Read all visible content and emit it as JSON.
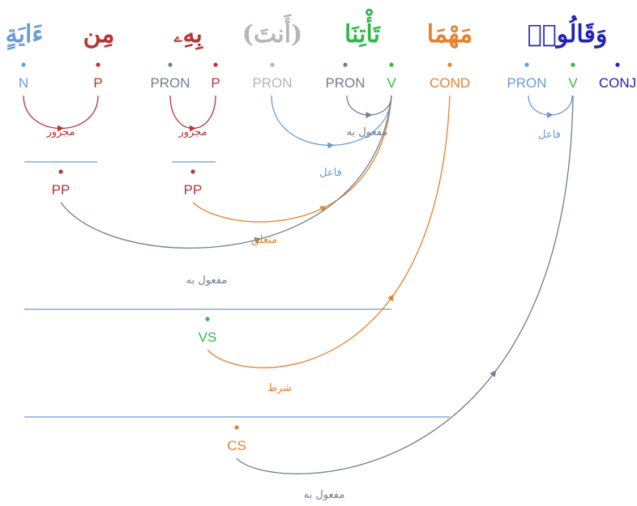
{
  "colors": {
    "green": "#33b84a",
    "orange": "#e6822f",
    "dark_blue": "#2323b5",
    "light_blue": "#6a9bd6",
    "slate": "#6f7e8f",
    "red": "#b93434",
    "silver": "#b6b6b6"
  },
  "words": [
    {
      "id": "w1",
      "text": "وَقَالُوا۟",
      "segments": [
        {
          "id": "s1",
          "tag": "CONJ",
          "color": "dark_blue"
        },
        {
          "id": "s2",
          "tag": "V",
          "color": "green"
        },
        {
          "id": "s3",
          "tag": "PRON",
          "color": "light_blue"
        }
      ]
    },
    {
      "id": "w2",
      "text": "مَهْمَا",
      "segments": [
        {
          "id": "s4",
          "tag": "COND",
          "color": "orange"
        }
      ]
    },
    {
      "id": "w3",
      "text": "تَأْتِنَا",
      "segments": [
        {
          "id": "s5",
          "tag": "V",
          "color": "green"
        },
        {
          "id": "s6",
          "tag": "PRON",
          "color": "slate"
        }
      ]
    },
    {
      "id": "w4",
      "text": "(أَنتَ)",
      "segments": [
        {
          "id": "s7",
          "tag": "PRON",
          "color": "silver"
        }
      ]
    },
    {
      "id": "w5",
      "text": "بِهِۦ",
      "segments": [
        {
          "id": "s8",
          "tag": "P",
          "color": "red"
        },
        {
          "id": "s9",
          "tag": "PRON",
          "color": "slate"
        }
      ]
    },
    {
      "id": "w6",
      "text": "مِن",
      "segments": [
        {
          "id": "s10",
          "tag": "P",
          "color": "red"
        }
      ]
    },
    {
      "id": "w7",
      "text": "ءَايَةٍ",
      "segments": [
        {
          "id": "s11",
          "tag": "N",
          "color": "light_blue"
        }
      ]
    }
  ],
  "phrases": [
    {
      "id": "p1",
      "tag": "PP",
      "color": "red"
    },
    {
      "id": "p2",
      "tag": "PP",
      "color": "red"
    },
    {
      "id": "p3",
      "tag": "VS",
      "color": "green"
    },
    {
      "id": "p4",
      "tag": "CS",
      "color": "orange"
    }
  ],
  "relations": [
    {
      "id": "r1",
      "from": "s3",
      "to": "s2",
      "label": "فاعل",
      "color": "light_blue"
    },
    {
      "id": "r2",
      "from": "s6",
      "to": "s5",
      "label": "مفعول به",
      "color": "slate"
    },
    {
      "id": "r3",
      "from": "s7",
      "to": "s5",
      "label": "فاعل",
      "color": "light_blue"
    },
    {
      "id": "r4",
      "from": "s9",
      "to": "s8",
      "label": "مجرور",
      "color": "red"
    },
    {
      "id": "r5",
      "from": "s11",
      "to": "s10",
      "label": "مجرور",
      "color": "red"
    },
    {
      "id": "r6",
      "from": "p2",
      "to": "s5",
      "label": "متعلق",
      "color": "orange"
    },
    {
      "id": "r7",
      "from": "p1",
      "to": "s5",
      "label": "مفعول به",
      "color": "slate"
    },
    {
      "id": "r8",
      "from": "p3",
      "to": "s4",
      "label": "شرط",
      "color": "orange"
    },
    {
      "id": "r9",
      "from": "p4",
      "to": "s2",
      "label": "مفعول به",
      "color": "slate"
    }
  ]
}
